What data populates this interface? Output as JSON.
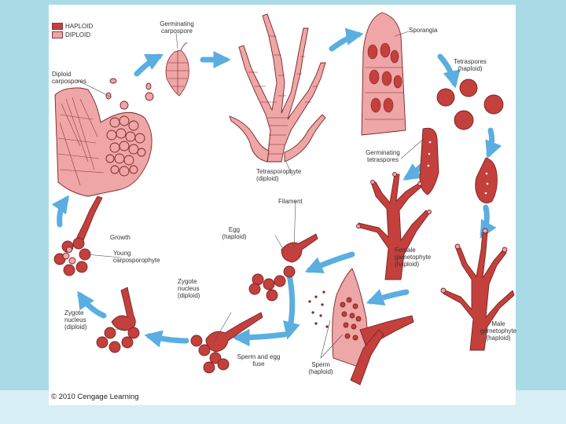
{
  "legend": {
    "haploid": {
      "label": "HAPLOID",
      "color": "#c3403c"
    },
    "diploid": {
      "label": "DIPLOID",
      "color": "#eea6a6"
    }
  },
  "labels": {
    "germinating_carpospore": "Germinating carpospore",
    "diploid_carpospores": "Diploid carpospores",
    "sporangia": "Sporangia",
    "tetraspores": "Tetraspores (haploid)",
    "germinating_tetraspores": "Germinating tetraspores",
    "tetrasporophyte": "Tetrasporophyte (diploid)",
    "filament": "Filament",
    "egg": "Egg (haploid)",
    "female_gametophyte": "Female gametophyte (haploid)",
    "male_gametophyte": "Male gametophyte (haploid)",
    "growth": "Growth",
    "young_carposporophyte": "Young carposporophyte",
    "zygote_nucleus_center": "Zygote nucleus (diploid)",
    "zygote_nucleus_left": "Zygote nucleus (diploid)",
    "sperm_egg_fuse": "Sperm and egg fuse",
    "sperm": "Sperm (haploid)"
  },
  "copyright": "© 2010 Cengage Learning",
  "colors": {
    "arrow": "#5aaee0",
    "diploid_fill": "#eea6a6",
    "haploid_fill": "#c3403c",
    "outline": "#7a2424"
  }
}
